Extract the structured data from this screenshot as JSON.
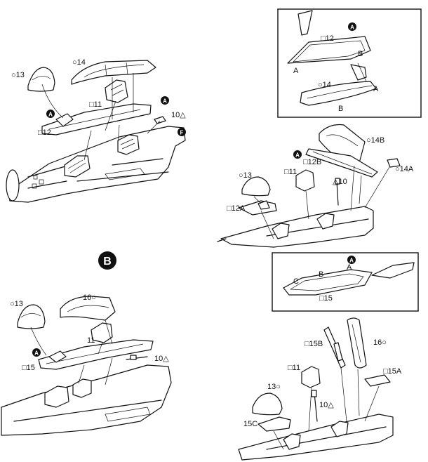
{
  "section_marker": "B",
  "ref_marks": {
    "a": "A",
    "f": "F"
  },
  "diagram_top_left": {
    "labels": {
      "part_13": "○13",
      "part_14": "○14",
      "part_11": "□11",
      "part_12": "□12",
      "part_10": "10△"
    }
  },
  "inset_top": {
    "labels": {
      "part_12": "□12",
      "part_14": "○14",
      "letter_a1": "A",
      "letter_a2": "A",
      "letter_b1": "B",
      "letter_b2": "B"
    }
  },
  "diagram_top_right": {
    "labels": {
      "part_14b": "○14B",
      "part_14a": "○14A",
      "part_12b": "□12B",
      "part_11": "□11",
      "part_10": "△10",
      "part_13": "○13",
      "part_12a": "□12A"
    }
  },
  "diagram_bottom_left": {
    "labels": {
      "part_13": "○13",
      "part_16": "16○",
      "part_11": "11",
      "part_15": "□15",
      "part_10": "10△"
    }
  },
  "inset_bottom": {
    "labels": {
      "letter_c": "C",
      "letter_b": "B",
      "letter_a": "A",
      "part_15": "□15"
    }
  },
  "diagram_bottom_right": {
    "labels": {
      "part_15b": "□15B",
      "part_16": "16○",
      "part_15a": "□15A",
      "part_11": "□11",
      "part_13": "13○",
      "part_10": "10△",
      "part_15c": "15C"
    }
  }
}
